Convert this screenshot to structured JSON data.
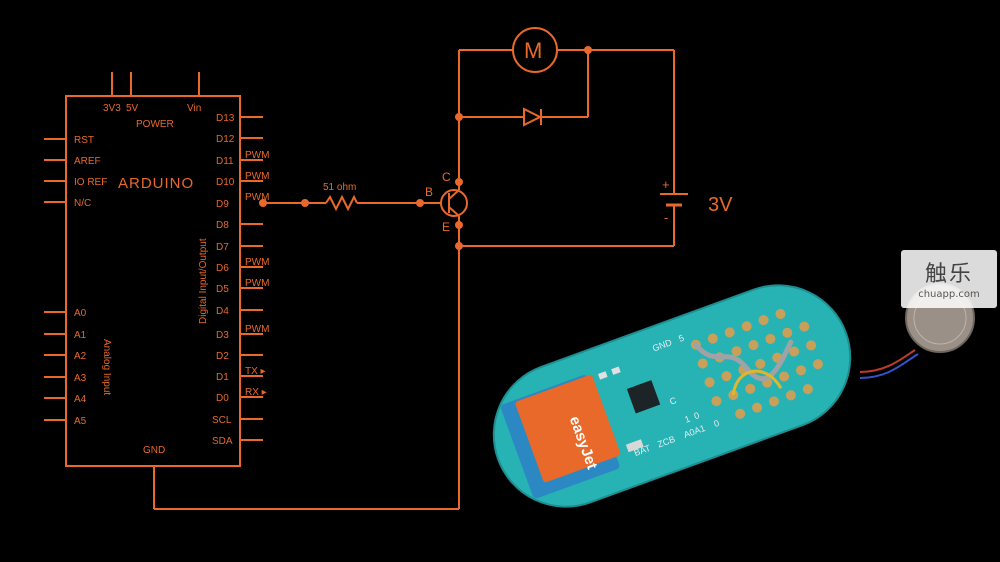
{
  "colors": {
    "wire": "#e8692a",
    "background": "#000000",
    "pcb": "#27b2b4",
    "module": "#e8692a"
  },
  "arduino": {
    "brand": "ARDUINO",
    "power_label": "POWER",
    "top_pins": [
      "3V3",
      "5V",
      "Vin"
    ],
    "left_pins": [
      "RST",
      "AREF",
      "IO REF",
      "N/C"
    ],
    "analog_pins": [
      "A0",
      "A1",
      "A2",
      "A3",
      "A4",
      "A5"
    ],
    "analog_label": "Analog Input",
    "digital_label": "Digital Input/Output",
    "right_pins": [
      "D13",
      "D12",
      "D11",
      "D10",
      "D9",
      "D8",
      "D7",
      "D6",
      "D5",
      "D4",
      "D3",
      "D2",
      "D1",
      "D0",
      "SCL",
      "SDA"
    ],
    "pwm_label": "PWM",
    "tx_label": "TX ▸",
    "rx_label": "RX ▸",
    "gnd_label": "GND"
  },
  "circuit": {
    "resistor_label": "51 ohm",
    "base_label": "B",
    "collector_label": "C",
    "emitter_label": "E",
    "motor_label": "M",
    "battery_plus": "+",
    "battery_minus": "-",
    "battery_label": "3V"
  },
  "pcb": {
    "module_text": "easyJet",
    "silkscreen": [
      "GND",
      "5",
      "C",
      "1",
      "0",
      "A0A1",
      "0",
      "ZCB",
      "BAT"
    ]
  },
  "watermark": {
    "title": "触乐",
    "url": "chuapp.com"
  }
}
